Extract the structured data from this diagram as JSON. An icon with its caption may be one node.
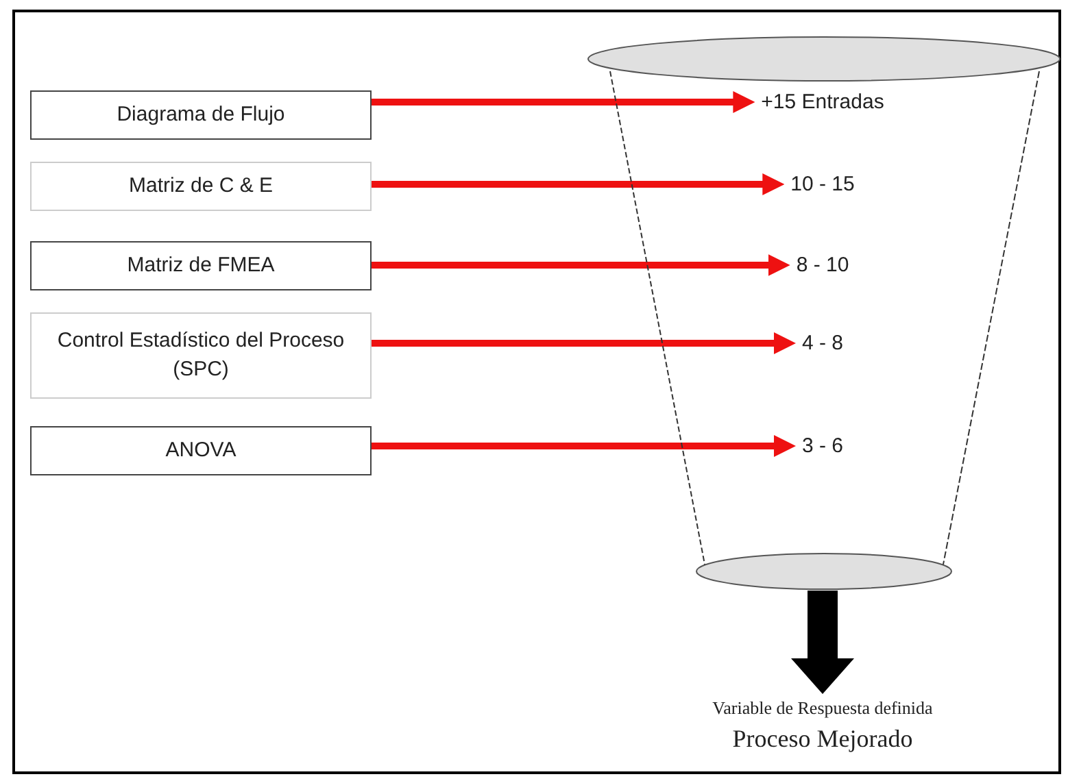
{
  "diagram": {
    "nodes": [
      {
        "text": [
          "Diagrama de Flujo"
        ]
      },
      {
        "text": [
          "Matriz de C & E"
        ]
      },
      {
        "text": [
          "Matriz de FMEA"
        ]
      },
      {
        "text": [
          "Control Estadístico del Proceso (SPC)"
        ]
      },
      {
        "text": [
          "ANOVA"
        ]
      },
      {
        "text": [],
        "shape": "funnel"
      },
      {
        "text": [
          "+15 Entradas"
        ],
        "in": 5
      },
      {
        "text": [
          "10 - 15"
        ],
        "in": 5
      },
      {
        "text": [
          "8 - 10"
        ],
        "in": 5
      },
      {
        "text": [
          "4 - 8"
        ],
        "in": 5
      },
      {
        "text": [
          "3 - 6"
        ],
        "in": 5
      },
      {
        "text": [
          "Variable de Respuesta definida",
          "Proceso Mejorado"
        ]
      }
    ],
    "edges": [
      {
        "from": 0,
        "to": 6,
        "arrow": "to"
      },
      {
        "from": 1,
        "to": 7,
        "arrow": "to"
      },
      {
        "from": 2,
        "to": 8,
        "arrow": "to"
      },
      {
        "from": 3,
        "to": 9,
        "arrow": "to"
      },
      {
        "from": 4,
        "to": 10,
        "arrow": "to"
      },
      {
        "from": 5,
        "to": 11,
        "arrow": "to",
        "style": "thick",
        "color": "#000000"
      }
    ]
  }
}
